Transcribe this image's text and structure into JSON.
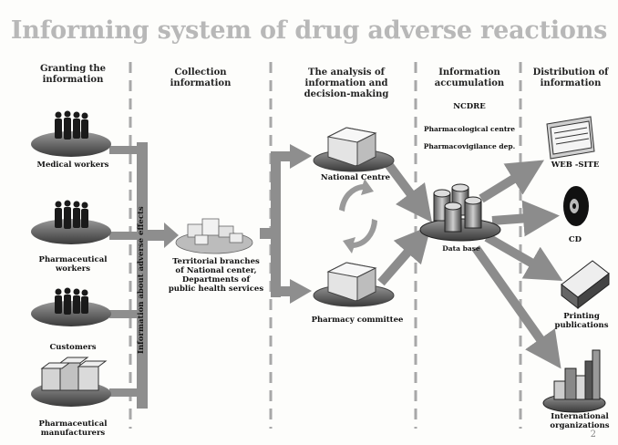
{
  "title": "Informing system of  drug adverse reactions",
  "columns": {
    "col1": "Granting the\ninformation",
    "col2": "Collection\ninformation",
    "col3": "The analysis of\ninformation and\ndecision-making",
    "col4": "Information\naccumulation",
    "col5": "Distribution of\ninformation"
  },
  "sources": {
    "medical": "Medical workers",
    "pharma_workers": "Pharmaceutical\nworkers",
    "customers": "Customers",
    "manufacturers": "Pharmaceutical\nmanufacturers"
  },
  "flow_label": "Information about adverse effects",
  "collection": "Territorial branches\nof National center,\nDepartments of\npublic health services",
  "analysis": {
    "national": "National Centre",
    "pharmacy": "Pharmacy committee"
  },
  "accumulation": {
    "ncdre": "NCDRE",
    "pharm_centre": "Pharmacological centre",
    "pharmacovig": "Pharmacovigilance dep.",
    "database": "Data base"
  },
  "outputs": {
    "website": "WEB -SITE",
    "cd": "CD",
    "printing": "Printing\npublications",
    "international": "International\norganizations"
  },
  "page_number": "2"
}
